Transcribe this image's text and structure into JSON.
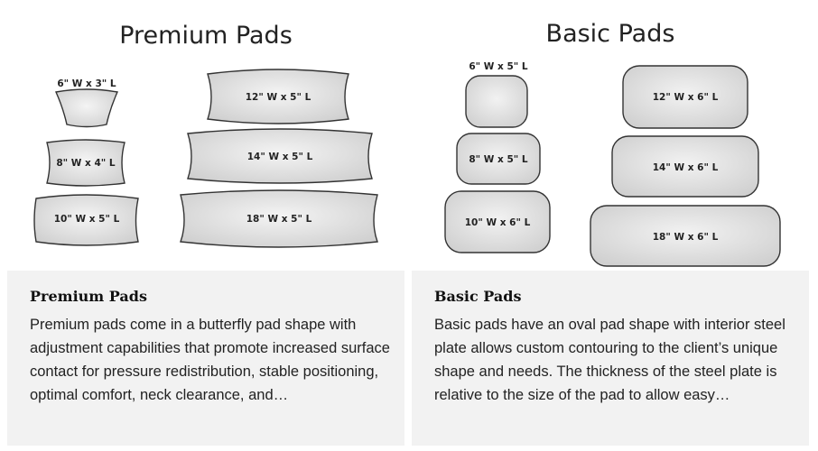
{
  "premium": {
    "title": "Premium Pads",
    "pads": [
      "6\" W x 3\" L",
      "8\" W x 4\" L",
      "10\" W x 5\" L",
      "12\" W x 5\" L",
      "14\" W x 5\" L",
      "18\" W x 5\" L"
    ],
    "card_title": "Premium Pads",
    "card_desc": "Premium pads come in a butterfly pad shape with adjustment capabilities that promote increased surface contact for pressure redistribution, stable positioning, optimal comfort, neck clearance, and…"
  },
  "basic": {
    "title": "Basic Pads",
    "pads": [
      "6\" W x 5\" L",
      "8\" W x 5\" L",
      "10\" W x 6\" L",
      "12\" W x 6\" L",
      "14\" W x 6\" L",
      "18\" W x 6\" L"
    ],
    "card_title": "Basic Pads",
    "card_desc": "Basic pads have an oval pad shape with interior steel plate allows custom contouring to the client’s unique shape and needs. The thickness of the steel plate is relative to the size of the pad to allow easy…"
  },
  "colors": {
    "pad_fill": "#e3e3e3",
    "pad_stroke": "#333333",
    "card_bg": "#f2f2f2"
  }
}
